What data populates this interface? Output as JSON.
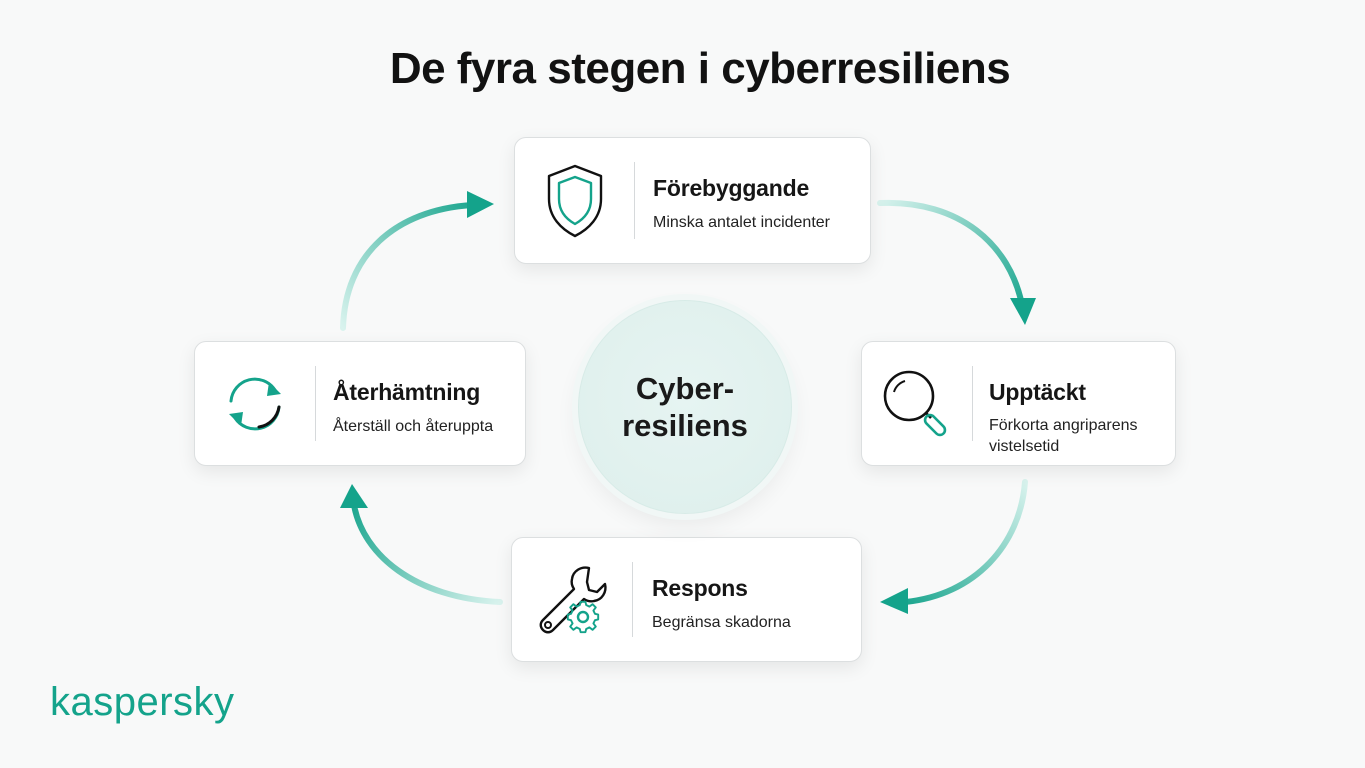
{
  "title": "De fyra stegen i cyberresiliens",
  "center": {
    "label": "Cyber-\nresiliens"
  },
  "steps": [
    {
      "heading": "Förebyggande",
      "description": "Minska antalet incidenter",
      "icon": "shield-icon"
    },
    {
      "heading": "Upptäckt",
      "description": "Förkorta angriparens\nvistelsetid",
      "icon": "magnifier-icon"
    },
    {
      "heading": "Respons",
      "description": "Begränsa skadorna",
      "icon": "wrench-gear-icon"
    },
    {
      "heading": "Återhämtning",
      "description": "Återställ och återuppta",
      "icon": "refresh-icon"
    }
  ],
  "logo": "kaspersky",
  "colors": {
    "accent": "#14a38b",
    "arrow_fade": "#d9f3ee",
    "text": "#121212"
  }
}
